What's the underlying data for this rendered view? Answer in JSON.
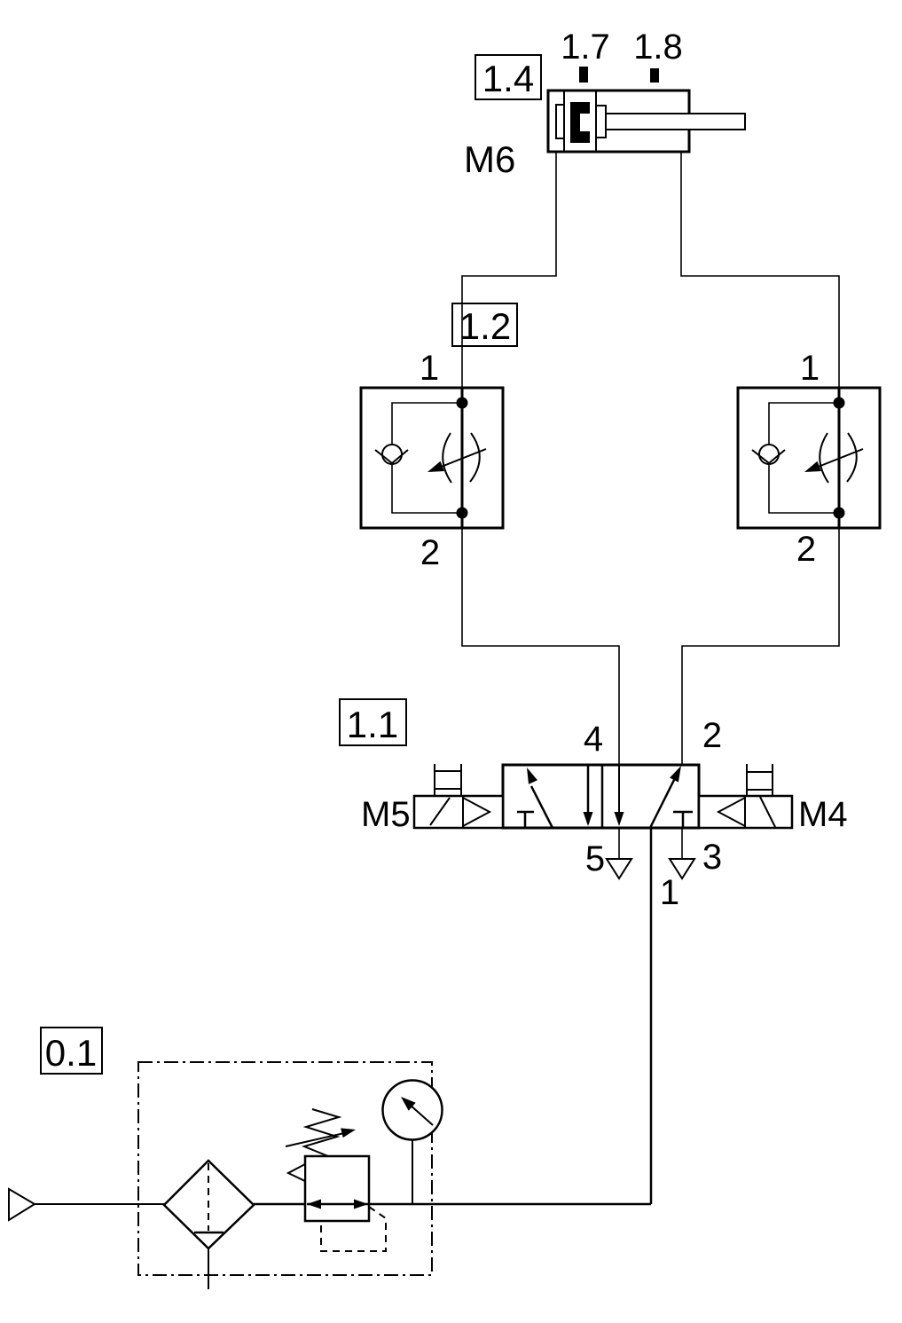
{
  "diagram": {
    "type": "pneumatic-circuit",
    "components": {
      "cylinder": {
        "id": "1.4",
        "name": "M6",
        "sensor_left": "1.7",
        "sensor_right": "1.8"
      },
      "flow_control_left": {
        "id": "1.2",
        "port_top": "1",
        "port_bottom": "2"
      },
      "flow_control_right": {
        "port_top": "1",
        "port_bottom": "2"
      },
      "valve_52": {
        "id": "1.1",
        "solenoid_left": "M5",
        "solenoid_right": "M4",
        "port_4": "4",
        "port_2": "2",
        "port_5": "5",
        "port_1": "1",
        "port_3": "3"
      },
      "service_unit": {
        "id": "0.1"
      }
    }
  }
}
